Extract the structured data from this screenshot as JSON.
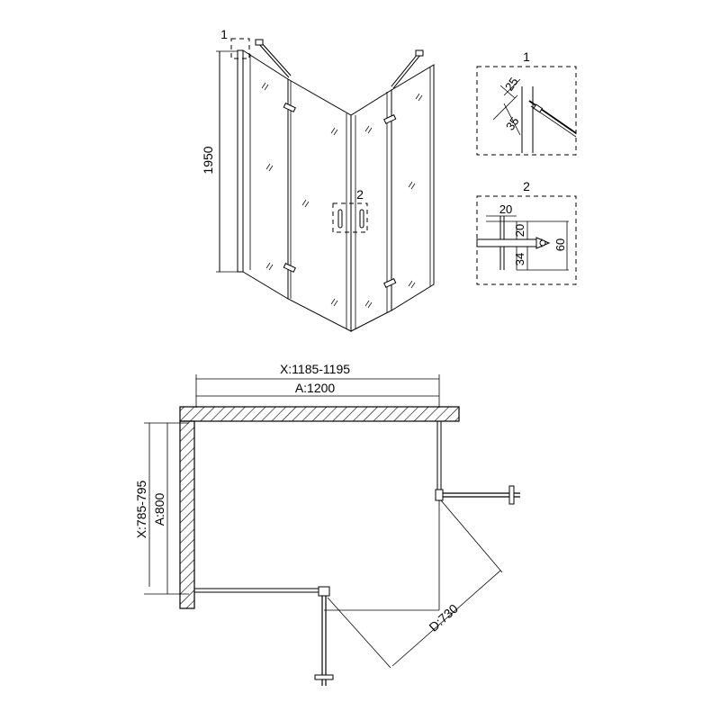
{
  "views": {
    "perspective": {
      "height_dim": "1950",
      "callout_1": "1",
      "callout_2": "2"
    },
    "detail_1": {
      "title": "1",
      "dim_a": "25",
      "dim_b": "35"
    },
    "detail_2": {
      "title": "2",
      "dim_top": "20",
      "dim_mid": "20",
      "dim_low": "34",
      "dim_total": "60"
    },
    "plan": {
      "width_range": "X:1185-1195",
      "width_nominal": "A:1200",
      "depth_range": "X:785-795",
      "depth_nominal": "A:800",
      "door_swing": "D:730"
    }
  },
  "colors": {
    "line": "#000000",
    "background": "#ffffff",
    "hatch": "#000000"
  }
}
